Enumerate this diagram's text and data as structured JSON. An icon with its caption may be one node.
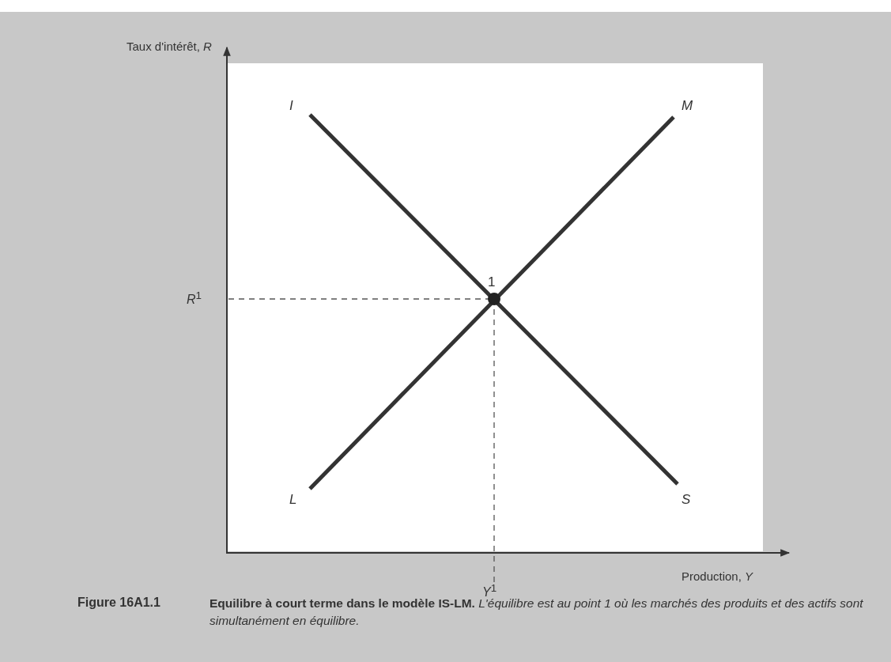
{
  "diagram": {
    "caption": "**Equilibre à court terme dans le modèle IS-LM.** *L'équilibre est au point 1 où les marchés des produits et des actifs sont simultanément en équilibre.*",
    "labels": [
      "Taux d'intérêt, *R*",
      "I",
      "M",
      "1",
      "*R*$^{1}$",
      "L",
      "S",
      "*Y*$^{1}$",
      "Production, *Y*",
      "Figure 16A1.1"
    ]
  }
}
